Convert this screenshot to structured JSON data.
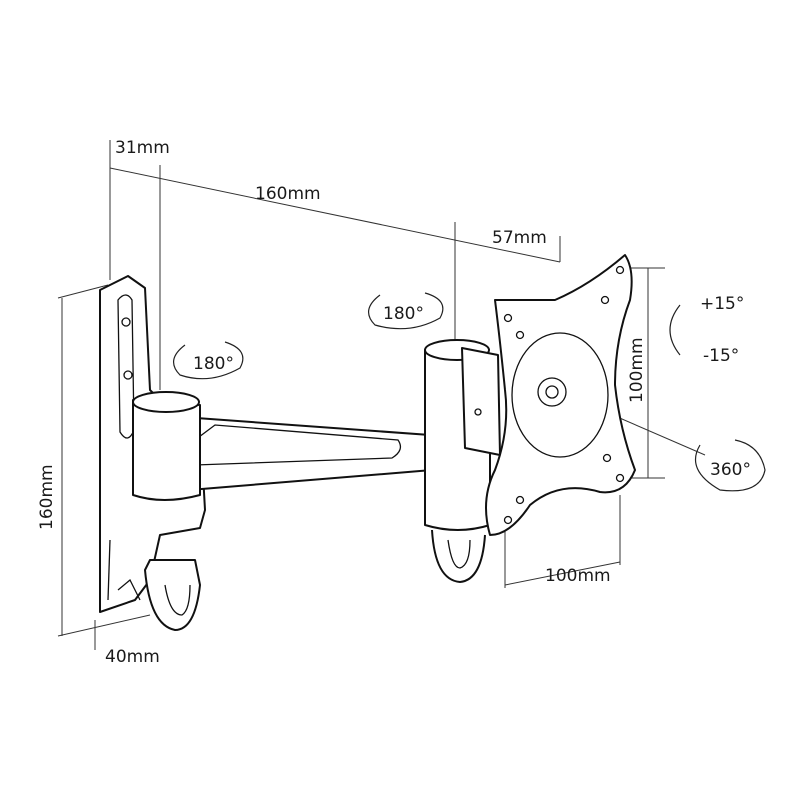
{
  "dimensions": {
    "wall_offset": "31mm",
    "arm_extension": "160mm",
    "head_offset": "57mm",
    "plate_height": "160mm",
    "plate_depth": "40mm",
    "vesa_vertical": "100mm",
    "vesa_horizontal": "100mm"
  },
  "rotations": {
    "wall_swivel": "180°",
    "arm_swivel": "180°",
    "tilt_up": "+15°",
    "tilt_down": "-15°",
    "rotation": "360°"
  }
}
